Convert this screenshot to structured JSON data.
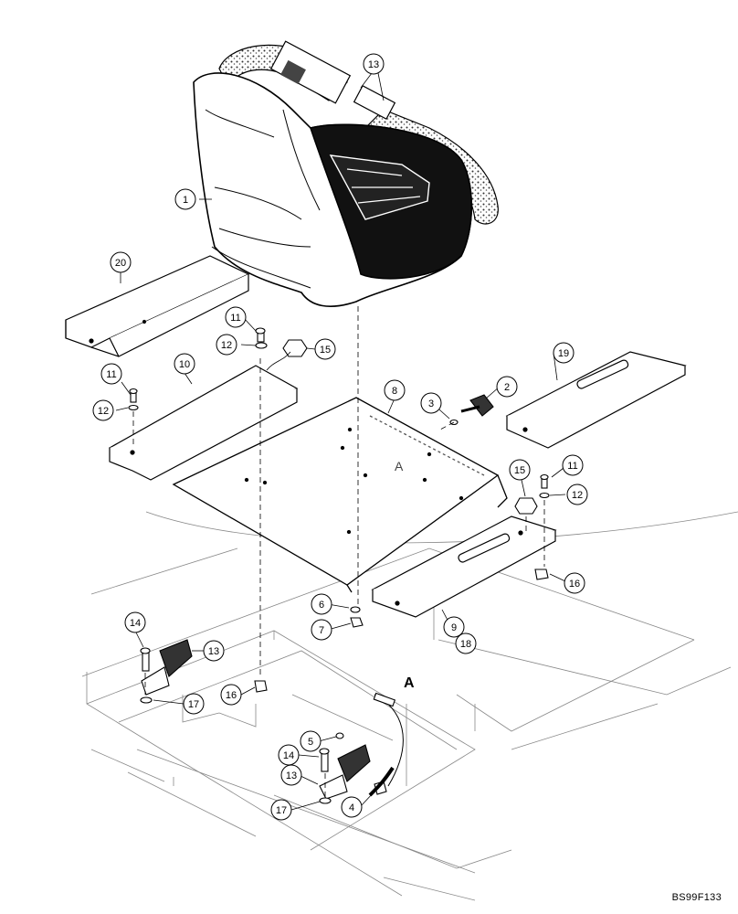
{
  "figure_code": "BS99F133",
  "view_label": "A",
  "callouts": [
    {
      "id": "c1",
      "text": "1"
    },
    {
      "id": "c2",
      "text": "2"
    },
    {
      "id": "c3",
      "text": "3"
    },
    {
      "id": "c4",
      "text": "4"
    },
    {
      "id": "c5",
      "text": "5"
    },
    {
      "id": "c6",
      "text": "6"
    },
    {
      "id": "c7",
      "text": "7"
    },
    {
      "id": "c8",
      "text": "8"
    },
    {
      "id": "c9",
      "text": "9"
    },
    {
      "id": "c10",
      "text": "10"
    },
    {
      "id": "c11a",
      "text": "11"
    },
    {
      "id": "c11b",
      "text": "11"
    },
    {
      "id": "c11c",
      "text": "11"
    },
    {
      "id": "c12a",
      "text": "12"
    },
    {
      "id": "c12b",
      "text": "12"
    },
    {
      "id": "c12c",
      "text": "12"
    },
    {
      "id": "c13a",
      "text": "13"
    },
    {
      "id": "c13b",
      "text": "13"
    },
    {
      "id": "c13c",
      "text": "13"
    },
    {
      "id": "c14a",
      "text": "14"
    },
    {
      "id": "c14b",
      "text": "14"
    },
    {
      "id": "c15a",
      "text": "15"
    },
    {
      "id": "c15b",
      "text": "15"
    },
    {
      "id": "c16a",
      "text": "16"
    },
    {
      "id": "c16b",
      "text": "16"
    },
    {
      "id": "c17a",
      "text": "17"
    },
    {
      "id": "c17b",
      "text": "17"
    },
    {
      "id": "c18",
      "text": "18"
    },
    {
      "id": "c19",
      "text": "19"
    },
    {
      "id": "c20",
      "text": "20"
    }
  ]
}
